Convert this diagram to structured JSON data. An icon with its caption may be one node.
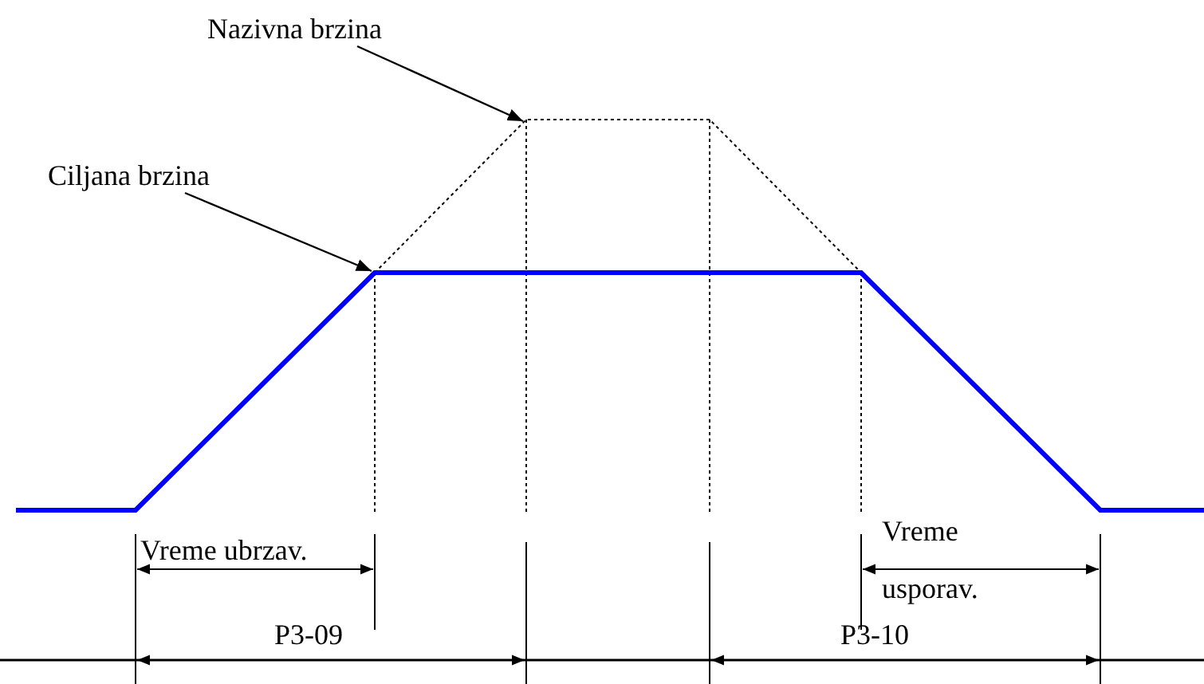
{
  "diagram": {
    "nodes": [
      {
        "text": [
          "Nazivna brzina"
        ]
      },
      {
        "text": [
          "Ciljana brzina"
        ]
      },
      {
        "text": [],
        "shape": "line"
      },
      {
        "text": [],
        "shape": "line"
      }
    ],
    "edges": [
      {
        "from": 0,
        "to": 2,
        "arrow": "to"
      },
      {
        "from": 1,
        "to": 3,
        "arrow": "to"
      }
    ],
    "labels": [
      "Vreme ubrzav.",
      "Vreme usporav.",
      "P3-09",
      "P3-10"
    ]
  }
}
